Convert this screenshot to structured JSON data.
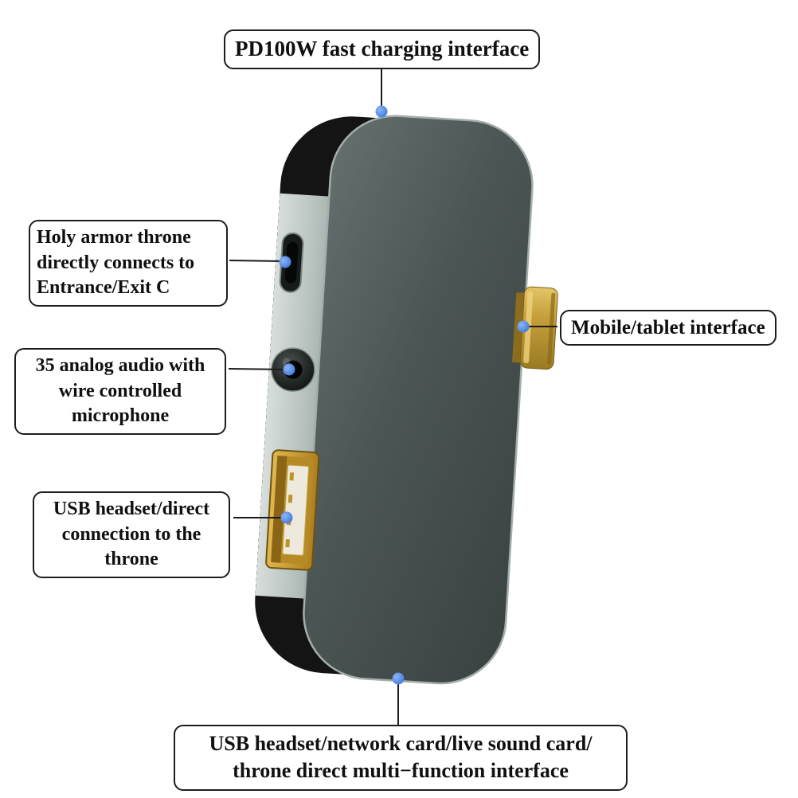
{
  "diagram": {
    "colors": {
      "dot": "#3e7de6",
      "line": "#1b1b1b",
      "body_front": "#4a5452",
      "body_side": "#b9c3bf",
      "gold_plug": "#c29b3a",
      "usb_a_shell": "#c89b32"
    },
    "callouts": [
      {
        "id": "pd-charging",
        "lines": [
          "PD100W fast charging interface"
        ]
      },
      {
        "id": "usb-c-port",
        "lines": [
          "Holy armor throne",
          "directly connects to",
          "Entrance/Exit C"
        ]
      },
      {
        "id": "audio-jack",
        "lines": [
          "35 analog audio with",
          "wire controlled",
          "microphone"
        ]
      },
      {
        "id": "usb-a-port",
        "lines": [
          "USB headset/direct",
          "connection to the",
          "throne"
        ]
      },
      {
        "id": "device-plug",
        "lines": [
          "Mobile/tablet interface"
        ]
      },
      {
        "id": "bottom-port",
        "lines": [
          "USB headset/network card/live sound card/",
          "throne direct multi−function interface"
        ]
      }
    ]
  }
}
